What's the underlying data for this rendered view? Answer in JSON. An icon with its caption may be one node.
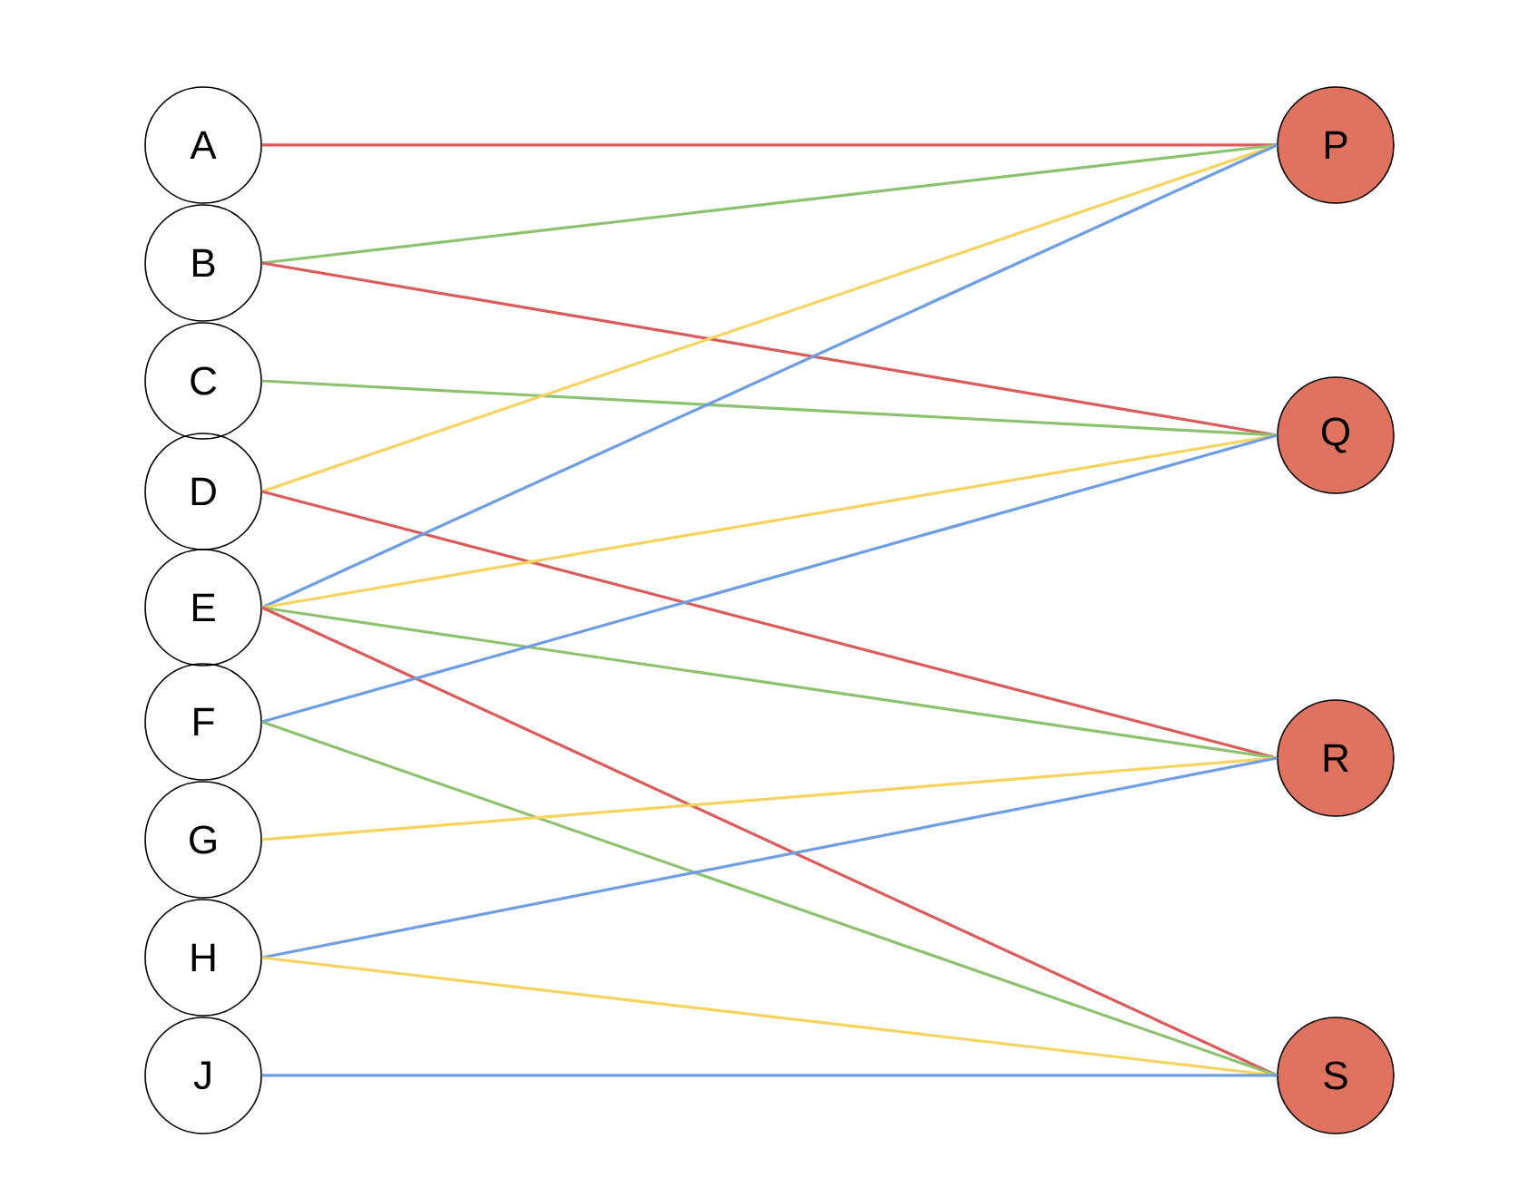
{
  "diagram": {
    "nodes": [
      {
        "text": [
          "A"
        ]
      },
      {
        "text": [
          "B"
        ]
      },
      {
        "text": [
          "C"
        ]
      },
      {
        "text": [
          "D"
        ]
      },
      {
        "text": [
          "E"
        ]
      },
      {
        "text": [
          "F"
        ]
      },
      {
        "text": [
          "G"
        ]
      },
      {
        "text": [
          "H"
        ]
      },
      {
        "text": [
          "J"
        ]
      },
      {
        "text": [
          "P"
        ]
      },
      {
        "text": [
          "Q"
        ]
      },
      {
        "text": [
          "R"
        ]
      },
      {
        "text": [
          "S"
        ]
      }
    ],
    "edges": [
      {
        "from": 0,
        "to": 9,
        "arrow": "none",
        "color": "#db5b5b"
      },
      {
        "from": 1,
        "to": 9,
        "arrow": "none",
        "color": "#8cc26e"
      },
      {
        "from": 1,
        "to": 10,
        "arrow": "none",
        "color": "#db5b5b"
      },
      {
        "from": 2,
        "to": 10,
        "arrow": "none",
        "color": "#8cc26e"
      },
      {
        "from": 3,
        "to": 9,
        "arrow": "none",
        "color": "#f6d35e"
      },
      {
        "from": 3,
        "to": 11,
        "arrow": "none",
        "color": "#db5b5b"
      },
      {
        "from": 4,
        "to": 9,
        "arrow": "none",
        "color": "#6d9de3"
      },
      {
        "from": 4,
        "to": 10,
        "arrow": "none",
        "color": "#f6d35e"
      },
      {
        "from": 4,
        "to": 11,
        "arrow": "none",
        "color": "#8cc26e"
      },
      {
        "from": 4,
        "to": 12,
        "arrow": "none",
        "color": "#db5b5b"
      },
      {
        "from": 5,
        "to": 10,
        "arrow": "none",
        "color": "#6d9de3"
      },
      {
        "from": 5,
        "to": 12,
        "arrow": "none",
        "color": "#8cc26e"
      },
      {
        "from": 6,
        "to": 11,
        "arrow": "none",
        "color": "#f6d35e"
      },
      {
        "from": 7,
        "to": 11,
        "arrow": "none",
        "color": "#6d9de3"
      },
      {
        "from": 7,
        "to": 12,
        "arrow": "none",
        "color": "#f6d35e"
      },
      {
        "from": 8,
        "to": 12,
        "arrow": "none",
        "color": "#6d9de3"
      }
    ]
  }
}
